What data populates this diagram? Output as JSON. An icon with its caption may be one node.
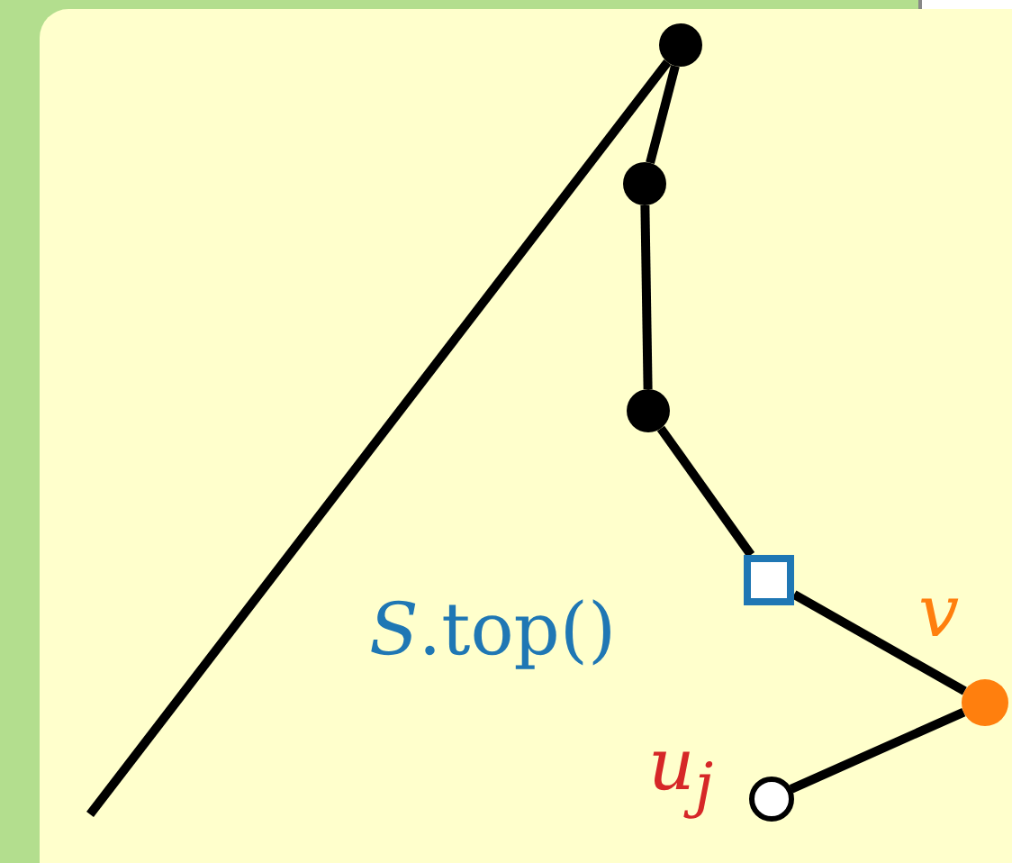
{
  "diagram": {
    "nodes": [
      {
        "text": [],
        "shape": "circle"
      },
      {
        "text": [],
        "shape": "circle"
      },
      {
        "text": [],
        "shape": "circle"
      },
      {
        "text": [],
        "shape": "box",
        "beside": [
          "*S*.top()"
        ]
      },
      {
        "text": [],
        "shape": "circle",
        "beside": [
          "v"
        ]
      },
      {
        "text": [],
        "shape": "circle",
        "beside": [
          "u$_{j}$"
        ]
      }
    ],
    "edges": [
      {
        "from": null,
        "to": 0,
        "arrow": "none"
      },
      {
        "from": 0,
        "to": 1,
        "arrow": "none"
      },
      {
        "from": 1,
        "to": 2,
        "arrow": "none"
      },
      {
        "from": 2,
        "to": 3,
        "arrow": "none"
      },
      {
        "from": 3,
        "to": 4,
        "arrow": "none"
      },
      {
        "from": 4,
        "to": 5,
        "arrow": "none"
      }
    ]
  }
}
